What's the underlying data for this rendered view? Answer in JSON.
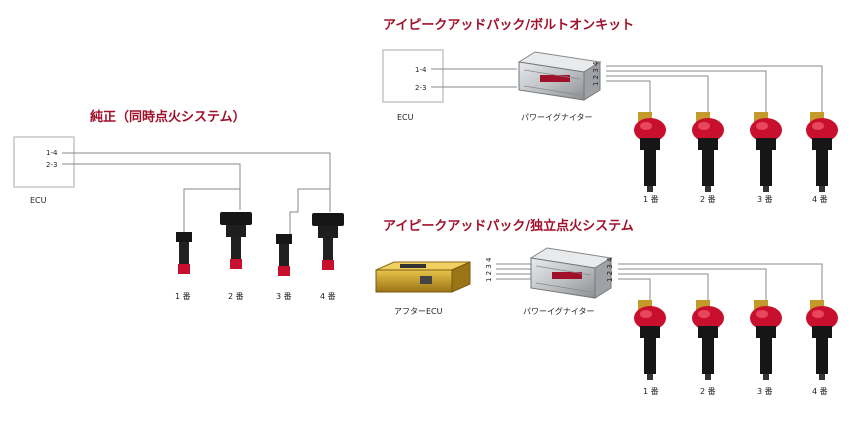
{
  "colors": {
    "title": "#a0102a",
    "line": "#888888",
    "coil_red": "#c8102e",
    "coil_black": "#161616",
    "box_border": "#aaaaaa",
    "igniter_silver": "#bfc3c6",
    "ecu_gold": "#c8a028"
  },
  "sections": {
    "stock": {
      "title": "純正（同時点火システム）",
      "ecu_label": "ECU",
      "pin_a": "1-4",
      "pin_b": "2-3"
    },
    "bolt_on": {
      "title": "アイピークアッドパック/ボルトオンキット",
      "ecu_label": "ECU",
      "pin_a": "1-4",
      "pin_b": "2-3",
      "igniter_label": "パワーイグナイター",
      "channels": "1 2 3 4"
    },
    "independent": {
      "title": "アイピークアッドパック/独立点火システム",
      "ecu_label": "アフターECU",
      "igniter_label": "パワーイグナイター",
      "channels": "1 2 3 4"
    }
  },
  "cylinders": [
    "1 番",
    "2 番",
    "3 番",
    "4 番"
  ]
}
